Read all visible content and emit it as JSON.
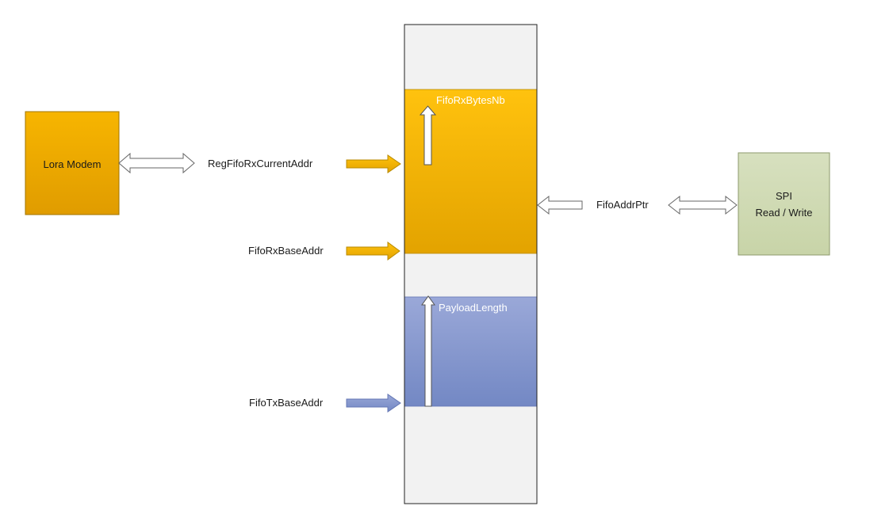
{
  "fifo": {
    "rx_bytes_label": "FifoRxBytesNb",
    "payload_length_label": "PayloadLength"
  },
  "lora_modem": {
    "label": "Lora Modem"
  },
  "spi": {
    "line1": "SPI",
    "line2": "Read / Write"
  },
  "pointers": {
    "rx_current": "RegFifoRxCurrentAddr",
    "rx_base": "FifoRxBaseAddr",
    "tx_base": "FifoTxBaseAddr",
    "addr_ptr": "FifoAddrPtr"
  },
  "colors": {
    "rx_region": "#f0b400",
    "tx_region": "#7f94cc",
    "lora_block": "#e8a200",
    "spi_block": "#d2ddb8",
    "fifo_empty": "#f2f2f2"
  }
}
